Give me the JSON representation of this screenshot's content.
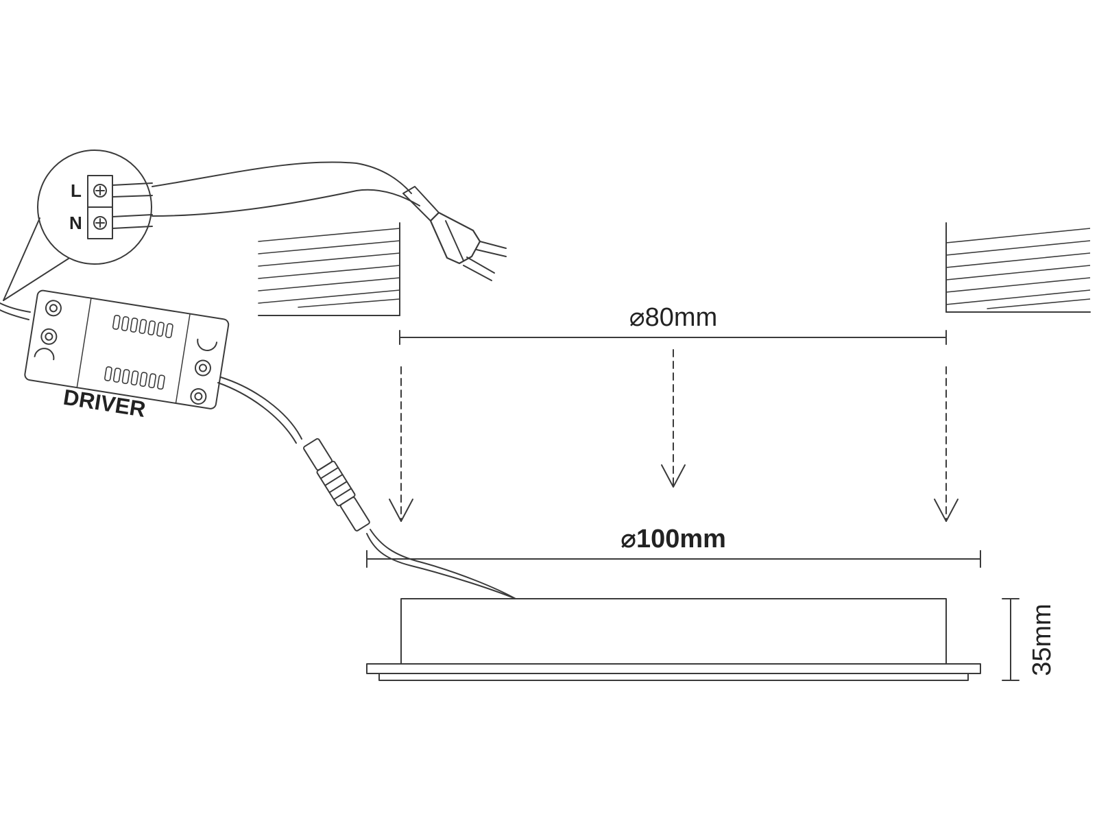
{
  "labels": {
    "terminal_l": "L",
    "terminal_n": "N",
    "driver": "DRIVER",
    "cutout_diameter": "⌀80mm",
    "fixture_diameter": "⌀100mm",
    "fixture_height": "35mm"
  },
  "colors": {
    "line": "#3a3a3a",
    "text": "#222222",
    "background": "#ffffff"
  }
}
